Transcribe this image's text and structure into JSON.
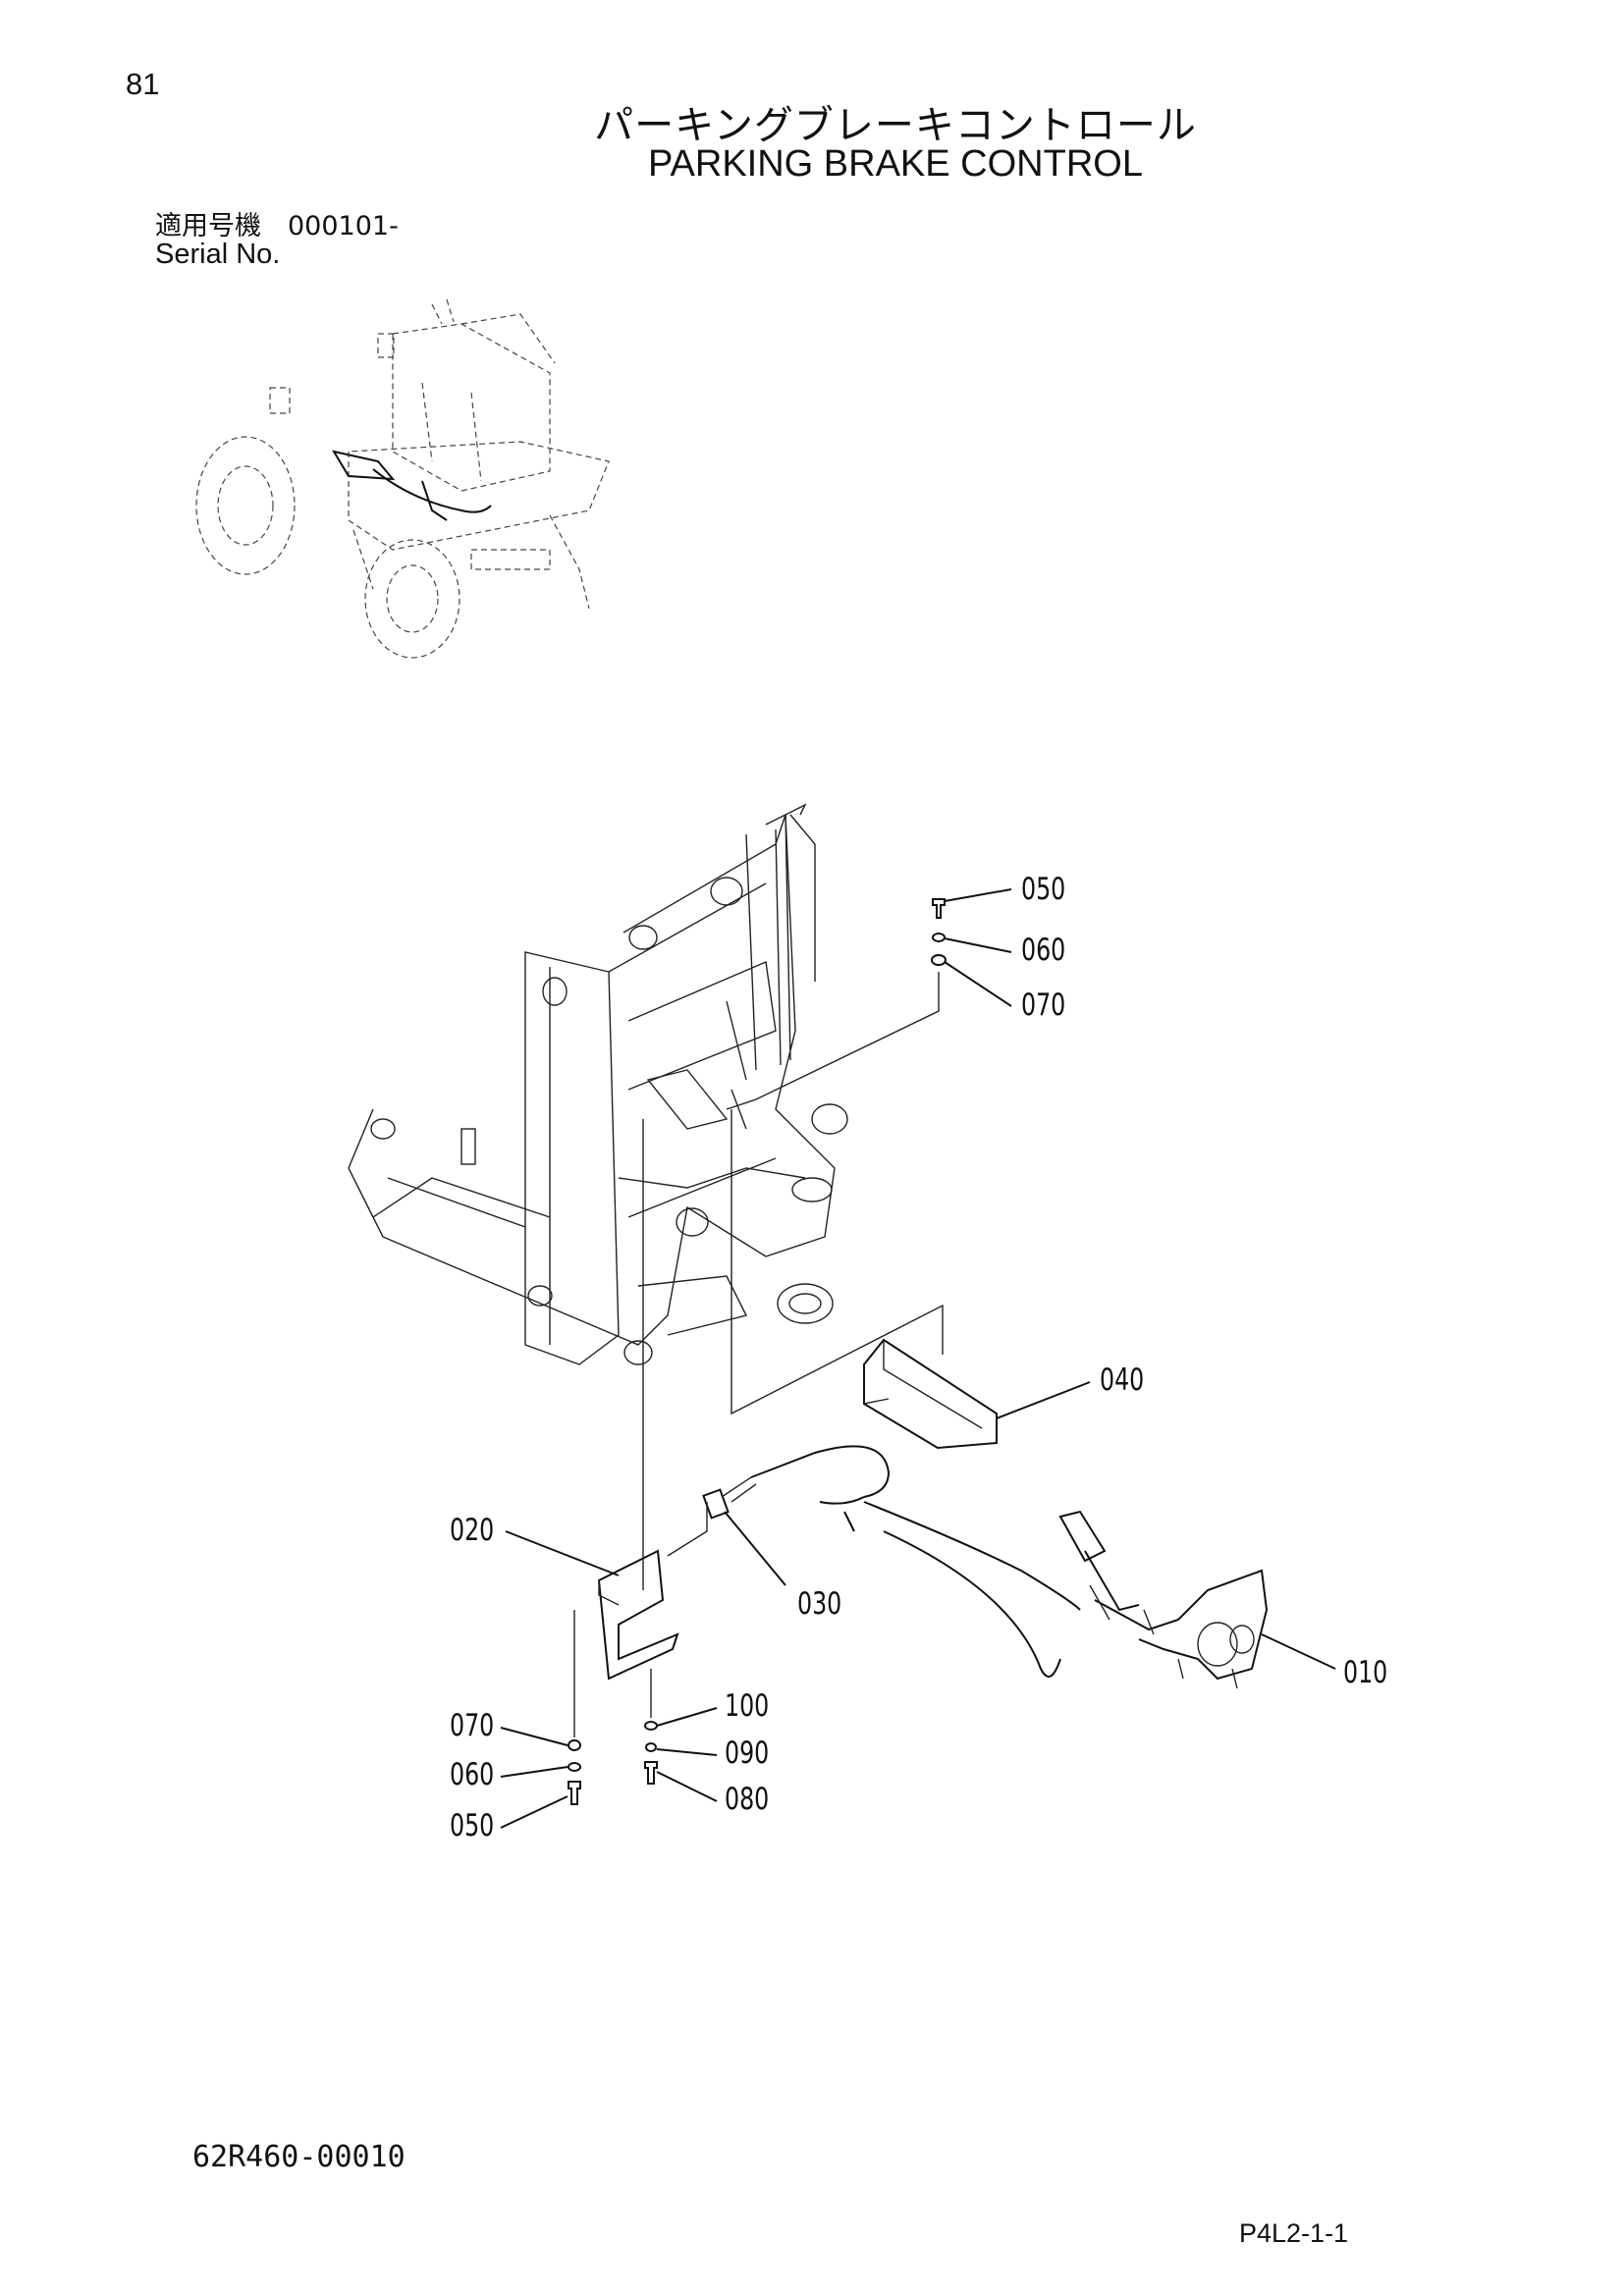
{
  "page": {
    "number": "81",
    "title_jp": "パーキングブレーキコントロール",
    "title_en": "PARKING BRAKE CONTROL",
    "serial_label_jp": "適用号機　000101-",
    "serial_label_en": "Serial No.",
    "drawing_number": "62R460-00010",
    "page_code": "P4L2-1-1"
  },
  "callouts": [
    {
      "id": "c050_top",
      "label": "050"
    },
    {
      "id": "c060_top",
      "label": "060"
    },
    {
      "id": "c070_top",
      "label": "070"
    },
    {
      "id": "c040",
      "label": "040"
    },
    {
      "id": "c020",
      "label": "020"
    },
    {
      "id": "c030",
      "label": "030"
    },
    {
      "id": "c010",
      "label": "010"
    },
    {
      "id": "c100",
      "label": "100"
    },
    {
      "id": "c090",
      "label": "090"
    },
    {
      "id": "c080",
      "label": "080"
    },
    {
      "id": "c070_bot",
      "label": "070"
    },
    {
      "id": "c060_bot",
      "label": "060"
    },
    {
      "id": "c050_bot",
      "label": "050"
    }
  ]
}
